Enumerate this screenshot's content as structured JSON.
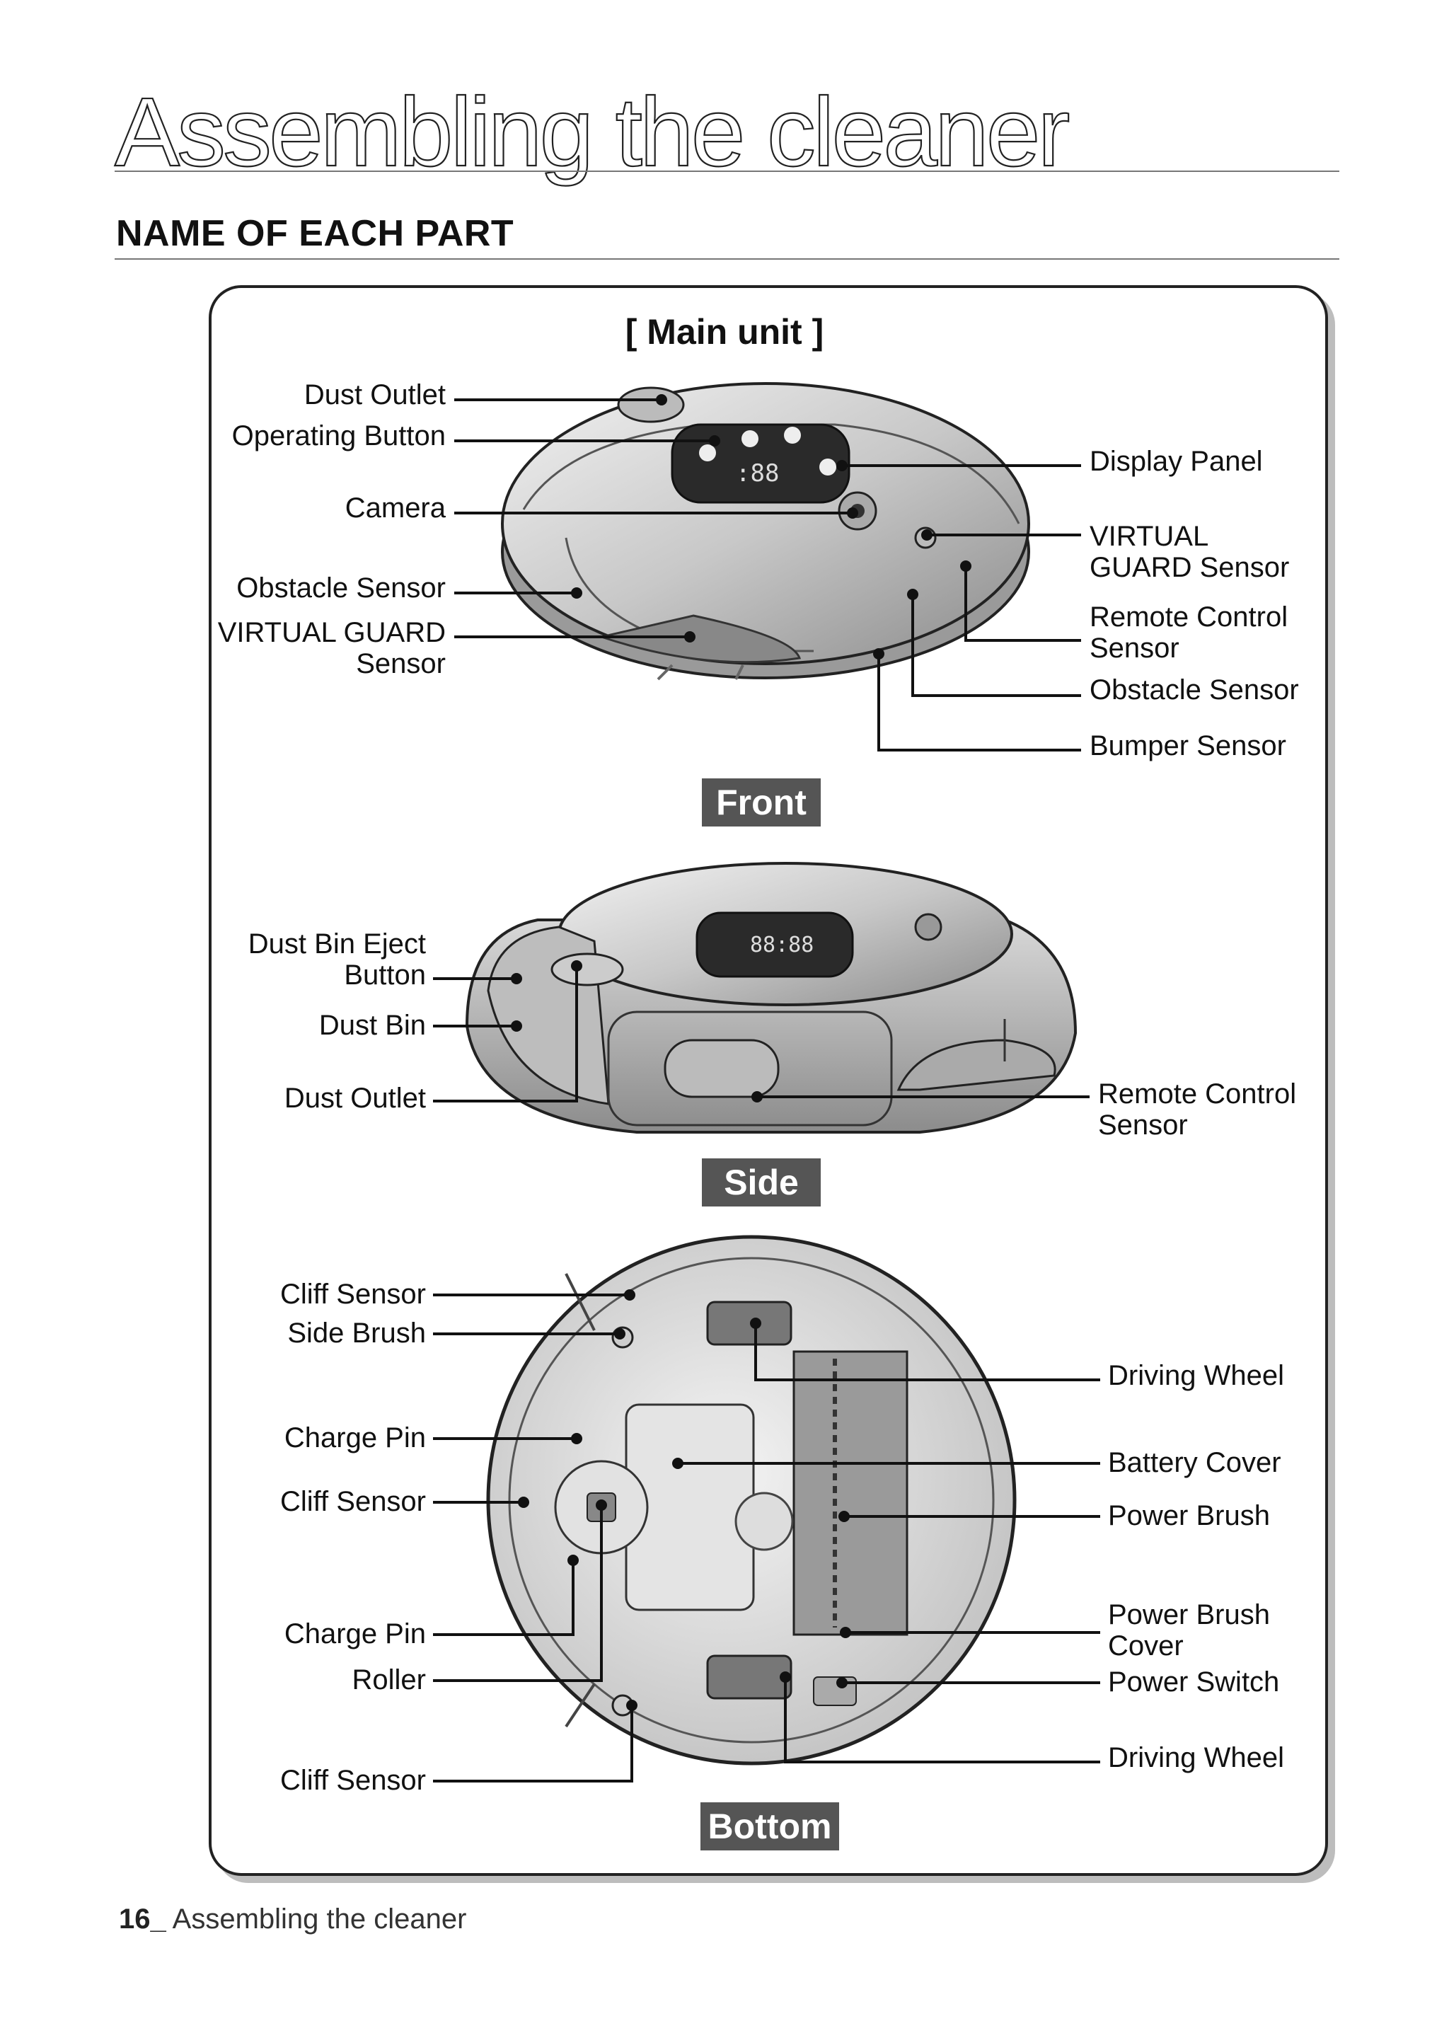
{
  "page": {
    "title": "Assembling the cleaner",
    "section_heading": "NAME OF EACH PART",
    "footer_number": "16_",
    "footer_text": " Assembling the cleaner"
  },
  "panel": {
    "title": "[ Main unit ]",
    "views": {
      "front": "Front",
      "side": "Side",
      "bottom": "Bottom"
    }
  },
  "front_labels": {
    "left": {
      "dust_outlet": "Dust Outlet",
      "operating_button": "Operating Button",
      "camera": "Camera",
      "obstacle_sensor": "Obstacle Sensor",
      "virtual_guard_sensor": "VIRTUAL GUARD\nSensor"
    },
    "right": {
      "display_panel": "Display Panel",
      "virtual_guard_sensor": "VIRTUAL\nGUARD Sensor",
      "remote_control_sensor": "Remote Control\nSensor",
      "obstacle_sensor": "Obstacle Sensor",
      "bumper_sensor": "Bumper Sensor"
    }
  },
  "side_labels": {
    "left": {
      "dust_bin_eject_button": "Dust Bin Eject\nButton",
      "dust_bin": "Dust Bin",
      "dust_outlet": "Dust Outlet"
    },
    "right": {
      "remote_control_sensor": "Remote Control\nSensor"
    }
  },
  "bottom_labels": {
    "left": {
      "cliff_sensor_top": "Cliff Sensor",
      "side_brush": "Side Brush",
      "charge_pin_top": "Charge Pin",
      "cliff_sensor_middle": "Cliff Sensor",
      "charge_pin_bottom": "Charge Pin",
      "roller": "Roller",
      "cliff_sensor_bottom": "Cliff Sensor"
    },
    "right": {
      "driving_wheel_top": "Driving Wheel",
      "battery_cover": "Battery Cover",
      "power_brush": "Power Brush",
      "power_brush_cover": "Power Brush\nCover",
      "power_switch": "Power Switch",
      "driving_wheel_bottom": "Driving Wheel"
    }
  }
}
